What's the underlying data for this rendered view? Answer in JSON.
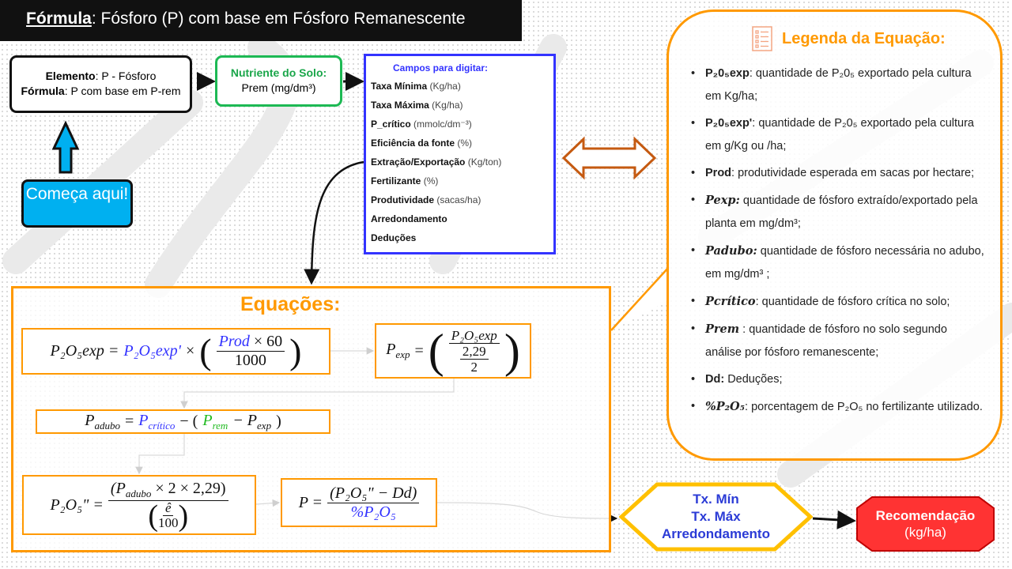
{
  "title": {
    "underlined": "Fórmula",
    "rest": ": Fósforo (P) com base em Fósforo Remanescente"
  },
  "element_box": {
    "label1": "Elemento",
    "value1": ": P - Fósforo",
    "label2": "Fórmula",
    "value2": ": P com base em P-rem"
  },
  "nutrient_box": {
    "title": "Nutriente do Solo:",
    "value": "Prem (mg/dm³)"
  },
  "start_button": {
    "label": "Começa aqui!"
  },
  "fields": {
    "title": "Campos para digitar:",
    "items": [
      {
        "name": "Taxa Mínima",
        "unit": " (Kg/ha)"
      },
      {
        "name": "Taxa Máxima",
        "unit": " (Kg/ha)"
      },
      {
        "name": "P_crítico",
        "unit": " (mmolc/dm⁻³)"
      },
      {
        "name": "Eficiência da fonte",
        "unit": " (%)"
      },
      {
        "name": "Extração/Exportação",
        "unit": "  (Kg/ton)"
      },
      {
        "name": "Fertilizante",
        "unit": " (%)"
      },
      {
        "name": "Produtividade",
        "unit": " (sacas/ha)"
      },
      {
        "name": "Arredondamento",
        "unit": ""
      },
      {
        "name": "Deduções",
        "unit": ""
      }
    ]
  },
  "legend": {
    "title": "Legenda da Equação:",
    "icon": "checklist-icon",
    "items": [
      {
        "term": "P₂0₅exp",
        "desc": ": quantidade de P₂0₅ exportado pela cultura em Kg/ha;"
      },
      {
        "term": "P₂0₅exp'",
        "desc": ": quantidade de P₂0₅ exportado pela cultura em g/Kg ou /ha;"
      },
      {
        "term": "Prod",
        "desc": ": produtividade esperada em sacas por hectare;"
      },
      {
        "term": "Pexp:",
        "desc": " quantidade de fósforo extraído/exportado pela planta em mg/dm³;"
      },
      {
        "term": "Padubo:",
        "desc": " quantidade de fósforo necessária no adubo, em mg/dm³ ;"
      },
      {
        "term": "Pcrítico",
        "desc": ": quantidade de fósforo crítica no solo;"
      },
      {
        "term": "Prem",
        "desc": " : quantidade de fósforo no solo segundo análise por fósforo remanescente;"
      },
      {
        "term": "Dd:",
        "desc": " Deduções;"
      },
      {
        "term": "%P₂O₅",
        "desc": ": porcentagem de P₂O₅ no fertilizante utilizado."
      }
    ]
  },
  "equations": {
    "title": "Equações:",
    "eq1": {
      "lhs": "P₂O₅exp =",
      "rhs1": "P₂O₅exp'",
      "times": "×",
      "num_a": "Prod",
      "num_b": " × 60",
      "den": "1000"
    },
    "eq2": {
      "lhs": "P",
      "lhs_sub": "exp",
      "eq": "=",
      "inner_num": "P₂O₅exp",
      "inner_den": "2,29",
      "den": "2"
    },
    "eq3": {
      "lhs": "P",
      "lhs_sub": "adubo",
      "eq": "=",
      "a": "P",
      "a_sub": "crítico",
      "minus": "− (",
      "b": "P",
      "b_sub": "rem",
      "minus2": "− P",
      "c_sub": "exp",
      "close": ")"
    },
    "eq4": {
      "lhs": "P₂O₅\" =",
      "num": "(P",
      "num_sub": "adubo",
      "num_rest": " × 2 × 2,29)",
      "den_num": "ê",
      "den_den": "100"
    },
    "eq5": {
      "lhs": "P =",
      "num": "(P₂O₅\" − Dd)",
      "den": "%P₂O₅"
    }
  },
  "limits_box": {
    "line1": "Tx. Mín",
    "line2": "Tx. Máx",
    "line3": "Arredondamento"
  },
  "result_box": {
    "title": "Recomendação",
    "unit": "(kg/ha)"
  },
  "colors": {
    "orange": "#ff9900",
    "blue": "#3333ff",
    "green": "#1db954",
    "cyan": "#00b0f0",
    "red": "#ff3333",
    "yellow": "#ffc000"
  }
}
